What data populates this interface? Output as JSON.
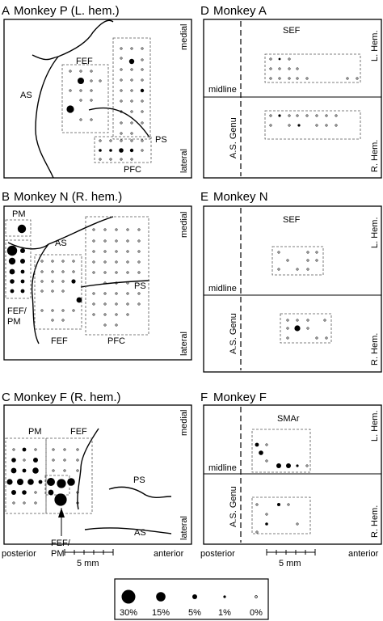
{
  "panels": {
    "A": {
      "letter": "A",
      "title": "Monkey P (L. hem.)"
    },
    "B": {
      "letter": "B",
      "title": "Monkey N (R. hem.)"
    },
    "C": {
      "letter": "C",
      "title": "Monkey F (R. hem.)"
    },
    "D": {
      "letter": "D",
      "title": "Monkey A"
    },
    "E": {
      "letter": "E",
      "title": "Monkey N"
    },
    "F": {
      "letter": "F",
      "title": "Monkey F"
    }
  },
  "labels": {
    "medial": "medial",
    "lateral": "lateral",
    "AS": "AS",
    "PS": "PS",
    "FEF": "FEF",
    "PFC": "PFC",
    "PM": "PM",
    "FEF_PM_1": "FEF/",
    "FEF_PM_2": "PM",
    "SEF": "SEF",
    "SMAr": "SMAr",
    "midline": "midline",
    "AS_genu": "A.S. Genu",
    "L_hem": "L. Hem.",
    "R_hem": "R. Hem.",
    "posterior": "posterior",
    "anterior": "anterior",
    "scale": "5 mm"
  },
  "legend": [
    {
      "label": "30%"
    },
    {
      "label": "15%"
    },
    {
      "label": "5%"
    },
    {
      "label": "1%"
    },
    {
      "label": "0%"
    }
  ]
}
